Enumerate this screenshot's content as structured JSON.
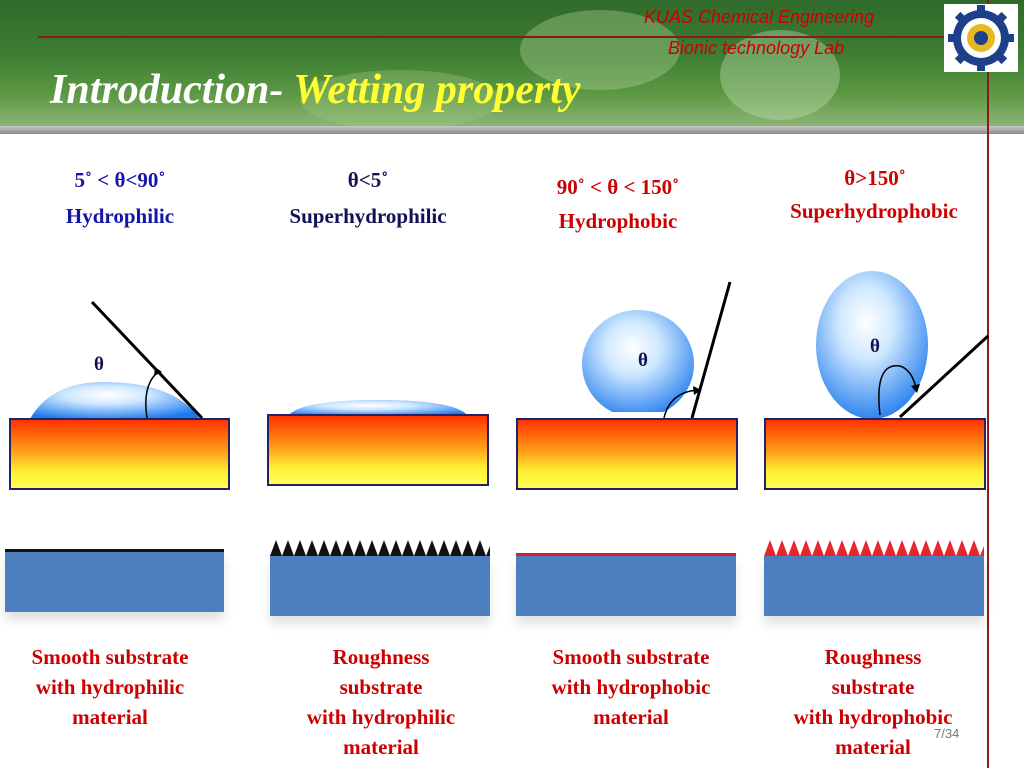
{
  "header": {
    "lab_line1": "KUAS Chemical Engineering",
    "lab_line2": "Bionic  technology  Lab",
    "title_prefix": "Introduction- ",
    "title_highlight": "Wetting property"
  },
  "columns": [
    {
      "angle": "5˚ < θ<90˚",
      "name": "Hydrophilic",
      "theta": "θ",
      "desc_lines": [
        "Smooth substrate",
        "with  hydrophilic",
        "material"
      ]
    },
    {
      "angle": "θ<5˚",
      "name": "Superhydrophilic",
      "theta": "",
      "desc_lines": [
        "Roughness",
        "substrate",
        "with  hydrophilic",
        "material"
      ]
    },
    {
      "angle": "90˚ < θ < 150˚",
      "name": "Hydrophobic",
      "theta": "θ",
      "desc_lines": [
        "Smooth substrate",
        "with  hydrophobic",
        "material"
      ]
    },
    {
      "angle": "θ>150˚",
      "name": "Superhydrophobic",
      "theta": "θ",
      "desc_lines": [
        "Roughness",
        "substrate",
        "with  hydrophobic",
        "material"
      ]
    }
  ],
  "page_number": "7/34",
  "colors": {
    "hydrophilic": "#cc0000",
    "label_blue": "#1515a8",
    "substrate": "#4d7fc0",
    "rough_red": "#e8262a",
    "rough_black": "#111111"
  }
}
